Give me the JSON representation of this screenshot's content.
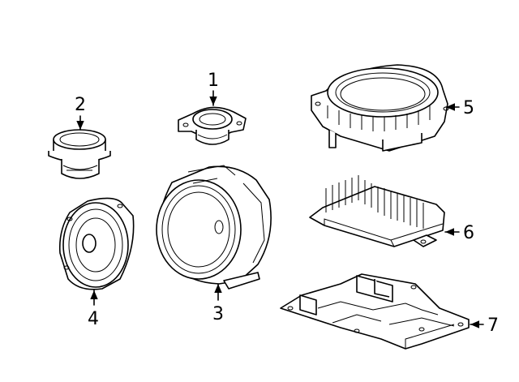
{
  "diagram": {
    "parts": [
      {
        "id": "tweeter-front",
        "callout": "1"
      },
      {
        "id": "tweeter-cup",
        "callout": "2"
      },
      {
        "id": "woofer-large",
        "callout": "3"
      },
      {
        "id": "speaker-door",
        "callout": "4"
      },
      {
        "id": "subwoofer-oval",
        "callout": "5"
      },
      {
        "id": "amplifier",
        "callout": "6"
      },
      {
        "id": "amplifier-bracket",
        "callout": "7"
      }
    ],
    "colors": {
      "line": "#000000",
      "background": "#ffffff"
    }
  }
}
